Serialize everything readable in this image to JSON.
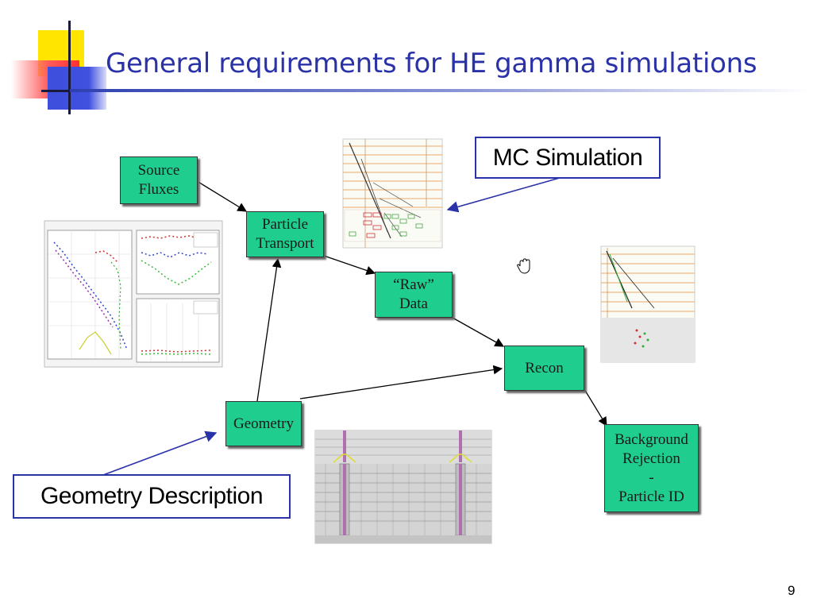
{
  "title": "General requirements for HE gamma simulations",
  "boxes": {
    "source_fluxes": "Source\nFluxes",
    "particle_transport": "Particle\nTransport",
    "raw_data": "“Raw”\nData",
    "recon": "Recon",
    "geometry": "Geometry",
    "background_rejection": "Background\nRejection\n-\nParticle ID"
  },
  "callouts": {
    "mc_simulation": "MC Simulation",
    "geometry_description": "Geometry Description"
  },
  "page_number": "9",
  "colors": {
    "title": "#2a32a8",
    "box_fill": "#1fce8e",
    "callout_border": "#2a32a8"
  },
  "icons": {
    "cursor": "hand-grab-cursor-icon"
  }
}
